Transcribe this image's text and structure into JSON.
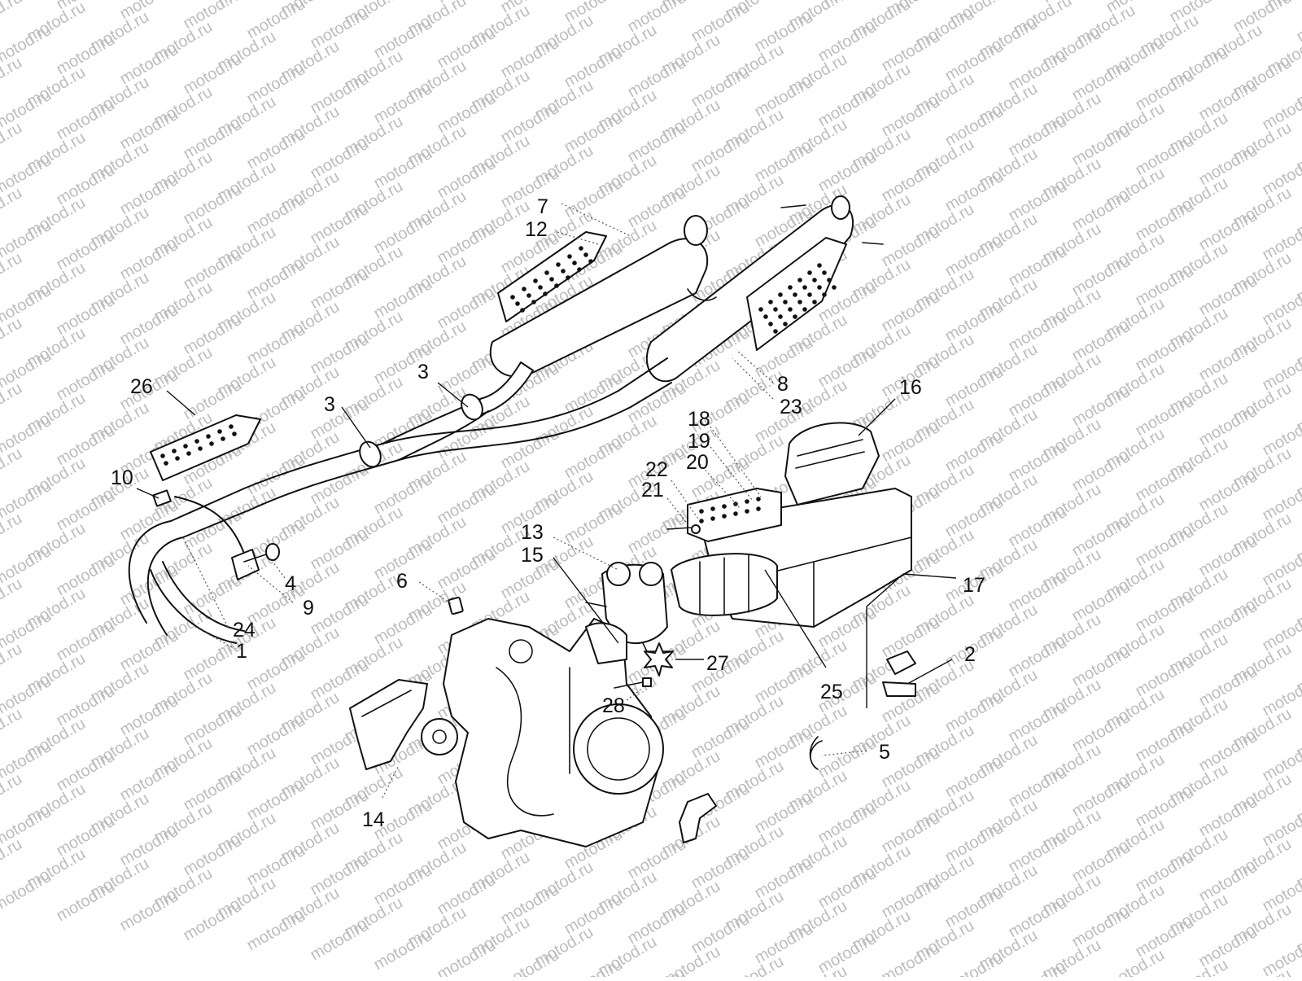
{
  "watermark": {
    "text": "motod.ru",
    "color": "#bdbdbd"
  },
  "callouts": [
    {
      "id": "c7",
      "text": "7"
    },
    {
      "id": "c12",
      "text": "12"
    },
    {
      "id": "c3a",
      "text": "3"
    },
    {
      "id": "c3b",
      "text": "3"
    },
    {
      "id": "c26",
      "text": "26"
    },
    {
      "id": "c10",
      "text": "10"
    },
    {
      "id": "c4",
      "text": "4"
    },
    {
      "id": "c9",
      "text": "9"
    },
    {
      "id": "c24",
      "text": "24"
    },
    {
      "id": "c1",
      "text": "1"
    },
    {
      "id": "c8",
      "text": "8"
    },
    {
      "id": "c23",
      "text": "23"
    },
    {
      "id": "c16",
      "text": "16"
    },
    {
      "id": "c18",
      "text": "18"
    },
    {
      "id": "c19",
      "text": "19"
    },
    {
      "id": "c20",
      "text": "20"
    },
    {
      "id": "c22",
      "text": "22"
    },
    {
      "id": "c21",
      "text": "21"
    },
    {
      "id": "c13",
      "text": "13"
    },
    {
      "id": "c15",
      "text": "15"
    },
    {
      "id": "c6",
      "text": "6"
    },
    {
      "id": "c17",
      "text": "17"
    },
    {
      "id": "c2",
      "text": "2"
    },
    {
      "id": "c27",
      "text": "27"
    },
    {
      "id": "c28",
      "text": "28"
    },
    {
      "id": "c25",
      "text": "25"
    },
    {
      "id": "c5",
      "text": "5"
    },
    {
      "id": "c14",
      "text": "14"
    }
  ],
  "colors": {
    "line": "#111111",
    "background": "#ffffff",
    "watermark": "#bdbdbd"
  }
}
